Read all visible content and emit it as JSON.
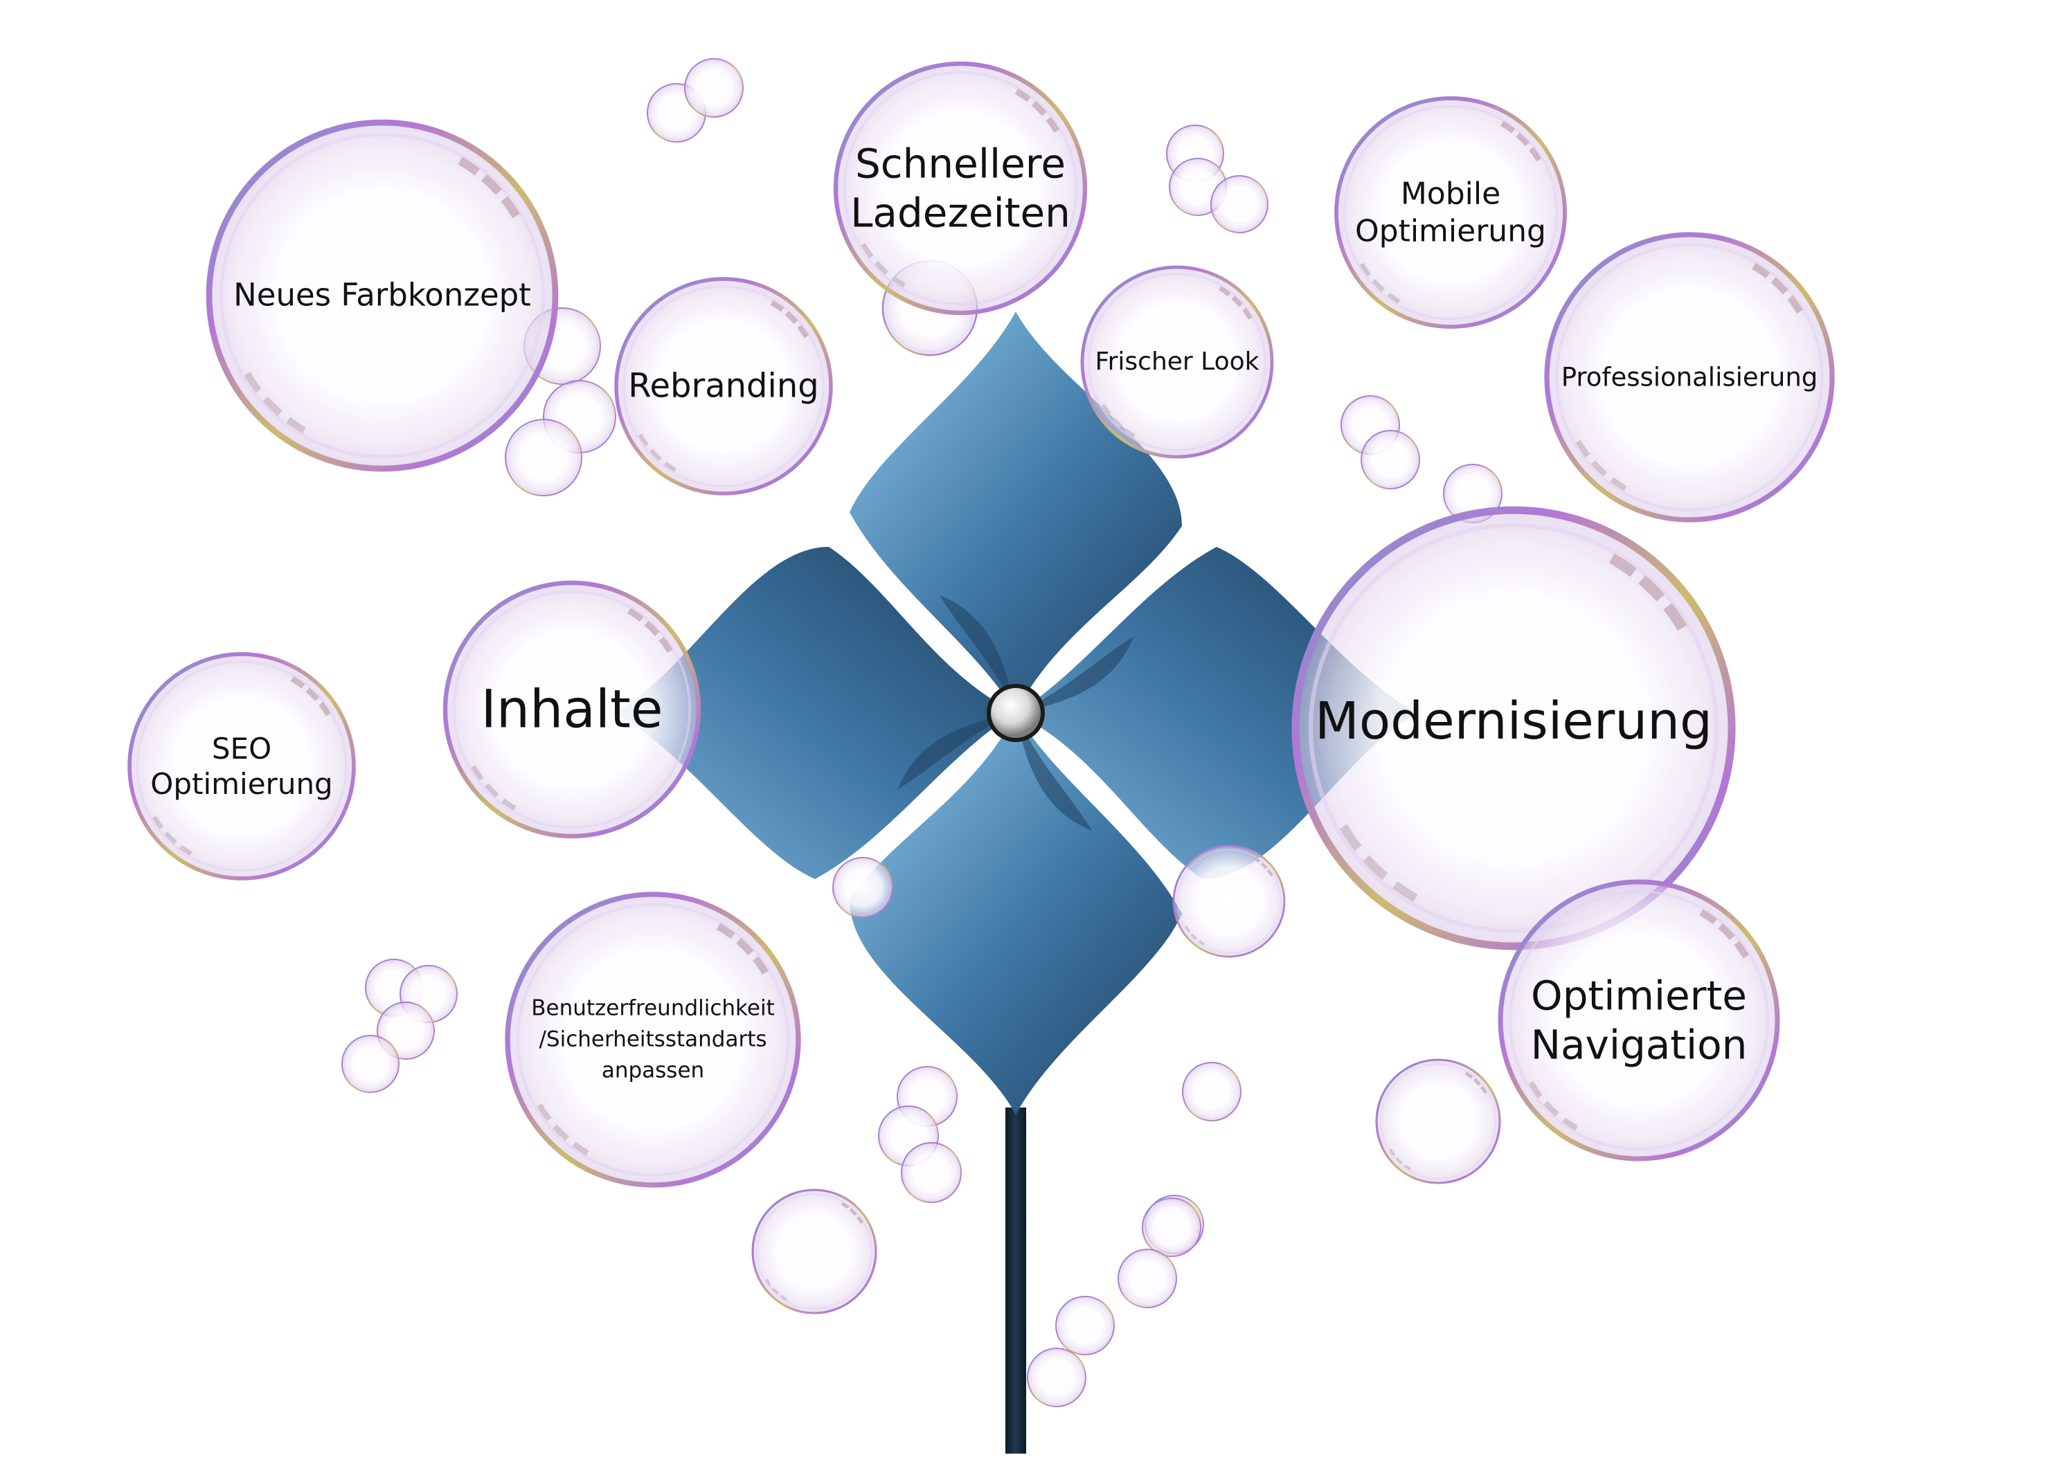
{
  "colors": {
    "background": "#ffffff",
    "pinwheel_dark": "#1f3f5e",
    "pinwheel_mid": "#3d75a3",
    "pinwheel_light": "#8cc6ea",
    "stick": "#0c1a26",
    "bubble_rim_purple": "#b377d6",
    "bubble_rim_gold": "#cdbb6e",
    "bubble_rim_blue": "#7f98c7",
    "text": "#111111"
  },
  "icons": [
    "pinwheel-icon",
    "soap-bubble-icon"
  ],
  "bubbles": [
    {
      "id": "modernisierung",
      "label": "Modernisierung"
    },
    {
      "id": "inhalte",
      "label": "Inhalte"
    },
    {
      "id": "schnellere-ladezeiten",
      "label": "Schnellere\nLadezeiten"
    },
    {
      "id": "neues-farbkonzept",
      "label": "Neues Farbkonzept"
    },
    {
      "id": "rebranding",
      "label": "Rebranding"
    },
    {
      "id": "mobile-optimierung",
      "label": "Mobile\nOptimierung"
    },
    {
      "id": "frischer-look",
      "label": "Frischer Look"
    },
    {
      "id": "professionalisierung",
      "label": "Professionalisierung"
    },
    {
      "id": "seo-optimierung",
      "label": "SEO\nOptimierung"
    },
    {
      "id": "benutzerfreundlichkeit",
      "label": "Benutzerfreundlichkeit\n/Sicherheitsstandarts\nanpassen"
    },
    {
      "id": "optimierte-navigation",
      "label": "Optimierte\nNavigation"
    }
  ]
}
